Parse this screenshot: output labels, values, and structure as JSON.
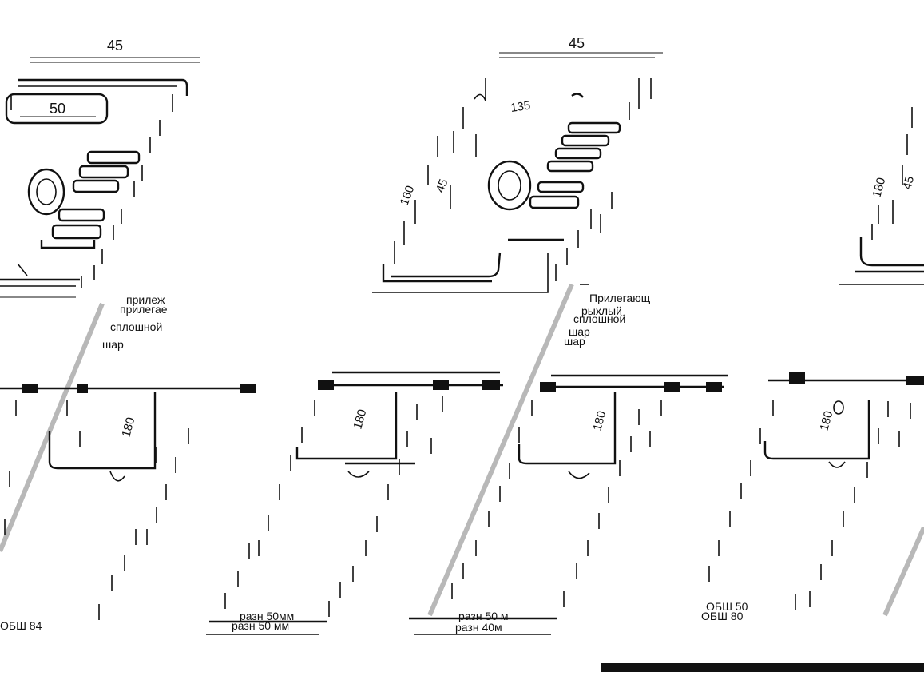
{
  "colors": {
    "ink": "#111111",
    "shadow": "#b8b8b8",
    "paper": "#ffffff"
  },
  "top_left": {
    "dim_width": "45",
    "dim_inner": "50"
  },
  "top_center": {
    "dim_width": "45",
    "dim_a": "135",
    "dim_b": "160",
    "dim_c": "45"
  },
  "top_right": {
    "dim_a": "180",
    "dim_b": "45"
  },
  "notes": {
    "left": [
      "прилеж",
      "прилегае",
      "сплошной",
      "шар"
    ],
    "center": [
      "Прилегающ",
      "рыхлый",
      "сплошной",
      "шар",
      "шар"
    ]
  },
  "bottom": {
    "panel1_dim": "180",
    "panel1_caption": "ОБШ 84",
    "panel2_dim": "180",
    "panel2_caption_a": "разн 50мм",
    "panel2_caption_b": "разн 50 мм",
    "panel3_dim": "180",
    "panel3_caption_a": "разн 50 м",
    "panel3_caption_b": "разн 40м",
    "panel4_dim": "180",
    "panel4_caption_a": "ОБШ 50",
    "panel4_caption_b": "ОБШ 80"
  }
}
